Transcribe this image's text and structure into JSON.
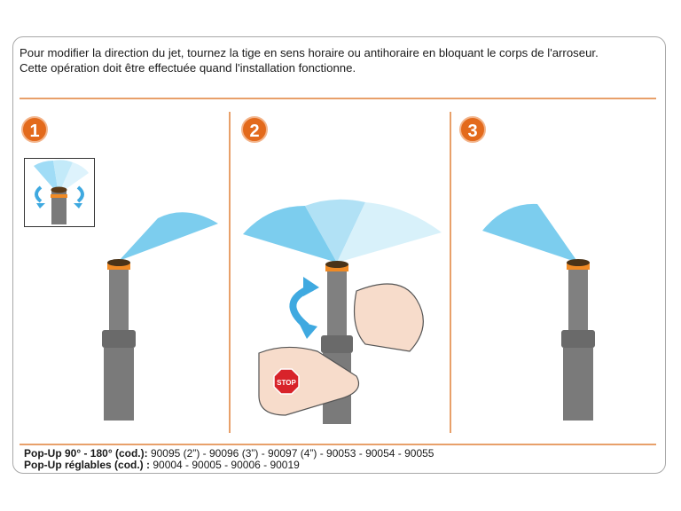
{
  "instructions": {
    "line1": "Pour modifier la direction du jet, tournez la tige en sens horaire ou antihoraire en bloquant le corps de l'arroseur.",
    "line2": "Cette opération doit être effectuée quand l'installation fonctionne."
  },
  "steps": [
    {
      "number": "1"
    },
    {
      "number": "2",
      "stop_sign": "STOP"
    },
    {
      "number": "3"
    }
  ],
  "footer": {
    "row1_label": "Pop-Up 90° - 180° (cod.):",
    "row1_codes": " 90095 (2”) - 90096 (3”) - 90097 (4”) - 90053 - 90054 - 90055",
    "row2_label": "Pop-Up réglables (cod.) :",
    "row2_codes": " 90004 - 90005 - 90006 - 90019"
  },
  "colors": {
    "accent": "#e36a1c",
    "divider": "#e8a06a",
    "spray": "#6ec8ec",
    "sprinkler_body": "#7a7a7a",
    "nozzle_ring": "#f08a24",
    "arrow": "#3fa9e0"
  }
}
